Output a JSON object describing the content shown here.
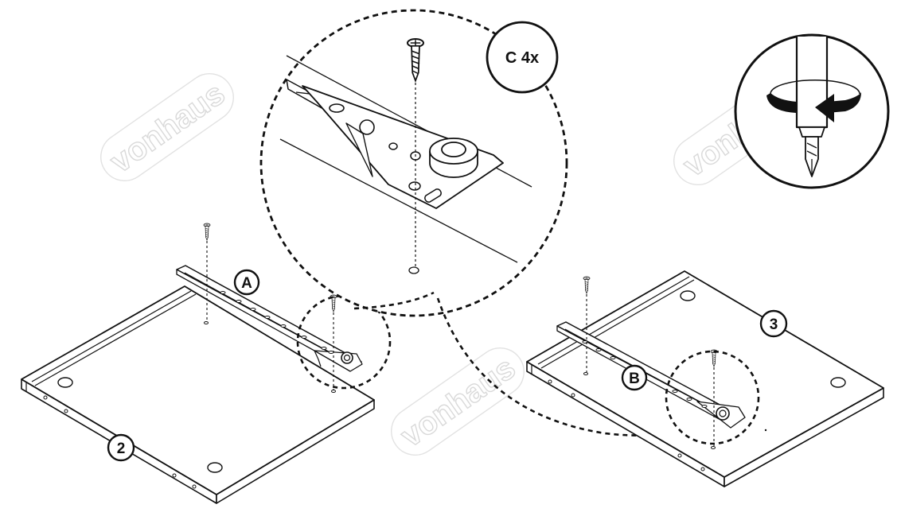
{
  "watermark": {
    "text": "vonhaus"
  },
  "callouts": {
    "hardware": "C 4x",
    "rail_left": "A",
    "rail_right": "B",
    "panel_left": "2",
    "panel_right": "3"
  },
  "icons": {
    "screw": "screw-icon",
    "screwdriver": "screwdriver-icon",
    "rotate": "rotate-clockwise-arrow-icon"
  }
}
